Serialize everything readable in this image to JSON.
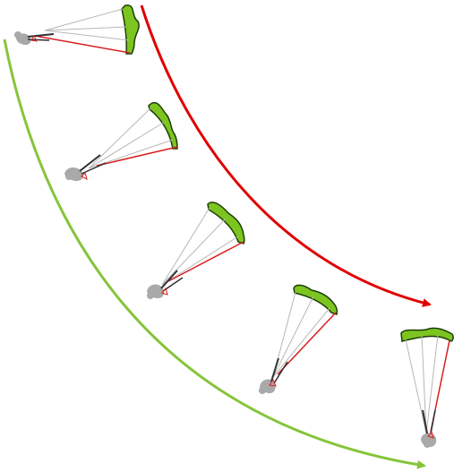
{
  "colors": {
    "background": "#ffffff",
    "wing_fill": "#7cc520",
    "wing_edge": "#1d3d08",
    "line_gray": "#b7b7b7",
    "brake_red": "#d81f1f",
    "pilot_gray": "#a9a9a9",
    "harness_dark": "#303030",
    "arrow_red": "#e10000",
    "arrow_green": "#86c43a"
  },
  "arrows": [
    {
      "name": "red-direction-arrow",
      "color": "arrow_red"
    },
    {
      "name": "green-direction-arrow",
      "color": "arrow_green"
    }
  ],
  "sequence": [
    {
      "id": "frame-1",
      "wing_tilt_deg": 82
    },
    {
      "id": "frame-2",
      "wing_tilt_deg": 60
    },
    {
      "id": "frame-3",
      "wing_tilt_deg": 40
    },
    {
      "id": "frame-4",
      "wing_tilt_deg": 18
    },
    {
      "id": "frame-5",
      "wing_tilt_deg": 0
    }
  ]
}
